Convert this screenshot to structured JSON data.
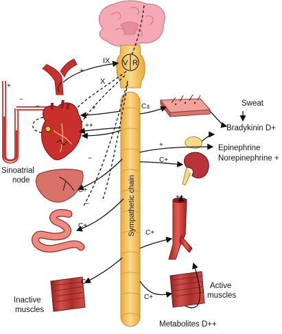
{
  "labels": {
    "sweat": "Sweat",
    "bradykinin": "Bradykinin D+",
    "epinephrine": "Epinephrine",
    "norepinephrine": "Norepinephrine +",
    "sinoatrial_line1": "Sinoatrial",
    "sinoatrial_line2": "node",
    "sympathetic_chain": "Sympathetic chain",
    "inactive_line1": "Inactive",
    "inactive_line2": "muscles",
    "active_line1": "Active",
    "active_line2": "muscles",
    "metabolites": "Metabolites D++",
    "nerve_ix": "IX",
    "nerve_x": "X",
    "brainstem_v": "V",
    "brainstem_r": "R"
  },
  "signs": {
    "carotid_plus": "+",
    "heart_minus": "−",
    "heart_plus": "+",
    "heart_plusplus": "++",
    "heart_plus2": "+",
    "liver_minus": "−",
    "liver_c": "C+",
    "gut_minus": "−",
    "gut_c": "C+",
    "skin_c": "C±",
    "adrenal_plus": "+",
    "adrenal_c": "C+",
    "vessel_plusplus": "++",
    "vessel_c": "C+",
    "inactive_c": "C+",
    "active_c": "C+",
    "manometer_plus": "+",
    "manometer_minus": "−"
  },
  "colors": {
    "brain": "#f4a9b4",
    "spinal_cord": "#f7c65e",
    "organ_red": "#c9302c",
    "liver": "#d9736a",
    "skin": "#f0a39a",
    "kidney": "#b8343a",
    "adrenal": "#f3d98a"
  }
}
